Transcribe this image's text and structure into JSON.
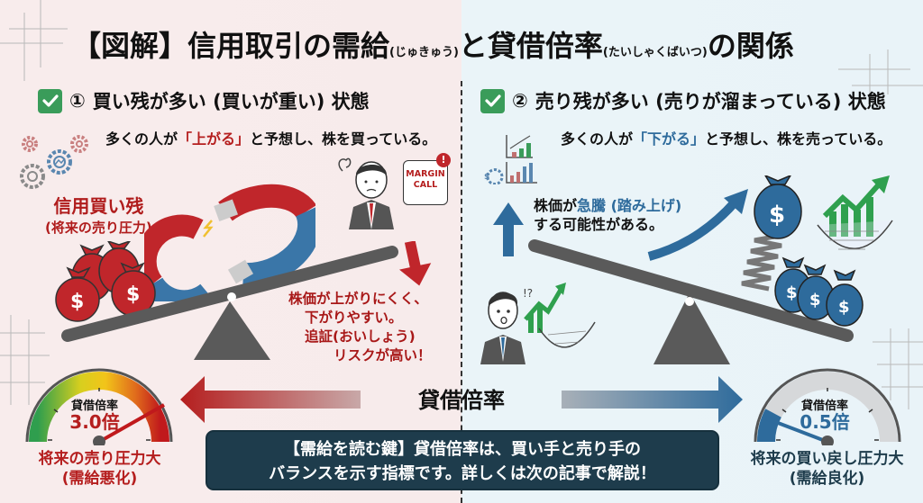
{
  "title": {
    "prefix": "【図解】信用取引の需給",
    "ruby1": "(じゅきゅう)",
    "middle": "と貸借倍率",
    "ruby2": "(たいしゃくばいつ)",
    "suffix": "の関係"
  },
  "left": {
    "heading_number": "①",
    "heading": "買い残が多い (買いが重い) 状態",
    "subline_pre": "多くの人が",
    "subline_highlight": "「上がる」",
    "subline_post": "と予想し、株を買っている。",
    "label_main": "信用買い残",
    "label_sub": "(将来の売り圧力)",
    "margin_call": [
      "MARGIN",
      "CALL"
    ],
    "note_lines": [
      "株価が上がりにくく、",
      "下がりやすい。",
      "追証(おいしょう)",
      "リスクが高い！"
    ],
    "gauge": {
      "title": "貸借倍率",
      "value": "3.0倍",
      "caption_1": "将来の売り圧力大",
      "caption_2": "(需給悪化)"
    }
  },
  "right": {
    "heading_number": "②",
    "heading": "売り残が多い (売りが溜まっている) 状態",
    "subline_pre": "多くの人が",
    "subline_highlight": "「下がる」",
    "subline_post": "と予想し、株を売っている。",
    "note_pre": "株価が",
    "note_highlight": "急騰 (踏み上げ)",
    "note_line2": "する可能性がある。",
    "gauge": {
      "title": "貸借倍率",
      "value": "0.5倍",
      "caption_1": "将来の買い戻し圧力大",
      "caption_2": "(需給良化)"
    }
  },
  "center": {
    "axis_label": "貸借倍率",
    "key_line_1": "【需給を読む鍵】貸借倍率は、買い手と売り手の",
    "key_line_2": "バランスを示す指標です。詳しくは次の記事で解説！"
  },
  "colors": {
    "left_bg": "#f8ecec",
    "right_bg": "#eaf4f8",
    "red": "#b51e1e",
    "blue": "#2e6b9c",
    "green": "#3a9c5a",
    "dark_box": "#1e3c4c",
    "seesaw": "#5a5a5a"
  }
}
